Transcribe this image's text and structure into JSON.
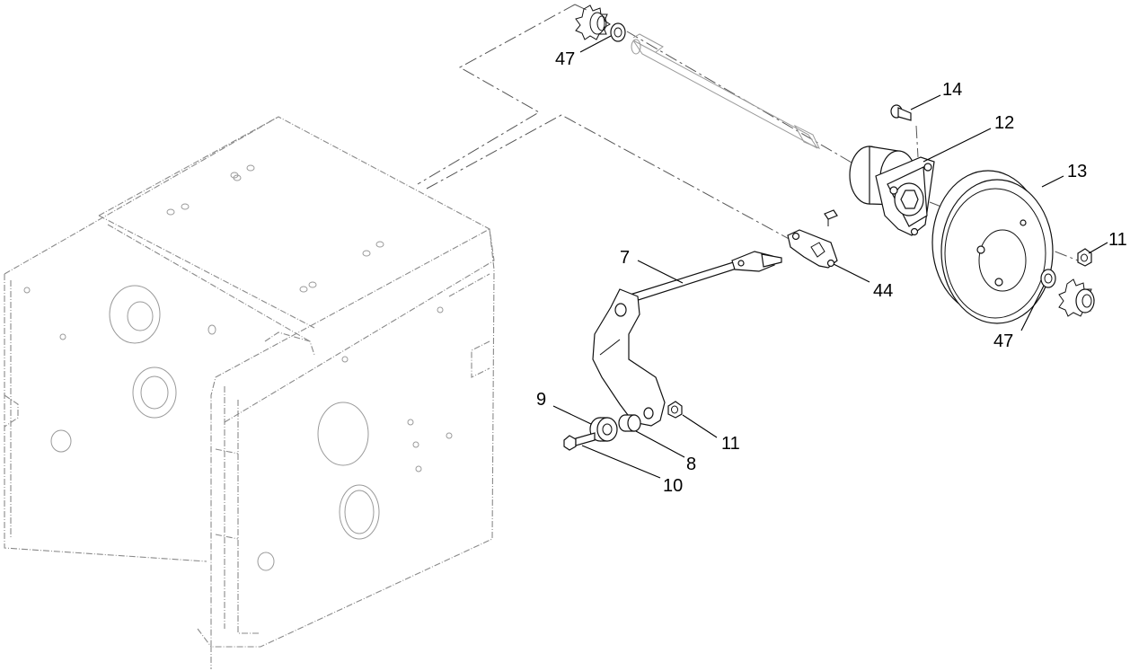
{
  "callouts": {
    "c7": "7",
    "c8": "8",
    "c9": "9",
    "c10": "10",
    "c11_top": "11",
    "c11_low": "11",
    "c12": "12",
    "c13": "13",
    "c14": "14",
    "c44": "44",
    "c47_top": "47",
    "c47_low": "47"
  }
}
